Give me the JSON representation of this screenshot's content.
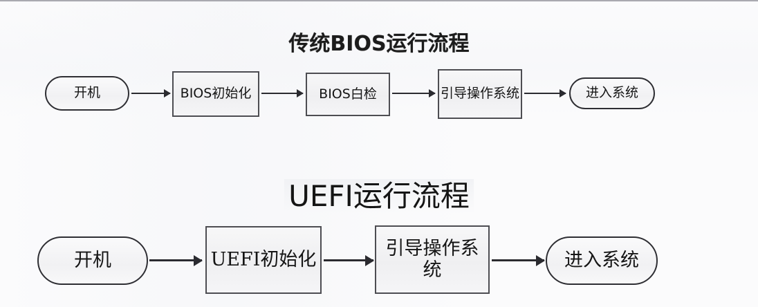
{
  "page": {
    "background_color": "#fbfbfc",
    "line_color": "#2b2b30",
    "text_color": "#151515"
  },
  "sections": [
    {
      "id": "legacy-bios",
      "title": "传统BIOS运行流程",
      "nodes": [
        {
          "id": "start",
          "shape": "pill",
          "label": "开机"
        },
        {
          "id": "bios-init",
          "shape": "rect",
          "label": "BIOS初始化"
        },
        {
          "id": "bios-post",
          "shape": "rect",
          "label": "BIOS白检"
        },
        {
          "id": "boot-os",
          "shape": "rect",
          "label": "引导操作系统"
        },
        {
          "id": "enter-system",
          "shape": "pill",
          "label": "进入系统"
        }
      ]
    },
    {
      "id": "uefi",
      "title": "UEFI运行流程",
      "nodes": [
        {
          "id": "start",
          "shape": "pill",
          "label": "开机"
        },
        {
          "id": "uefi-init",
          "shape": "rect",
          "label": "UEFI初始化"
        },
        {
          "id": "boot-os",
          "shape": "rect",
          "label": "引导操作系统"
        },
        {
          "id": "enter-system",
          "shape": "pill",
          "label": "进入系统"
        }
      ]
    }
  ]
}
